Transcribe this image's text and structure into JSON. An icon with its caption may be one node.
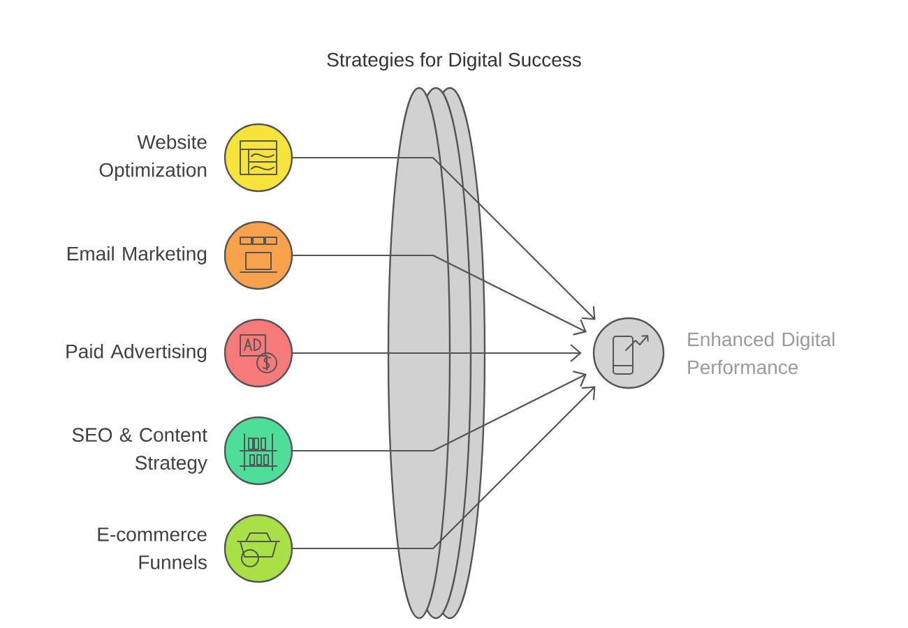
{
  "diagram": {
    "title": "Strategies for Digital Success",
    "nodes": [
      {
        "text": [
          "Website Optimization"
        ]
      },
      {
        "text": [
          "Email Marketing"
        ]
      },
      {
        "text": [
          "Paid Advertising"
        ]
      },
      {
        "text": [
          "SEO & Content Strategy"
        ]
      },
      {
        "text": [
          "E-commerce Funnels"
        ]
      },
      {
        "text": [
          "Enhanced Digital Performance"
        ]
      }
    ],
    "edges": [
      {
        "from": 0,
        "to": 5,
        "arrow": "to"
      },
      {
        "from": 1,
        "to": 5,
        "arrow": "to"
      },
      {
        "from": 2,
        "to": 5,
        "arrow": "to"
      },
      {
        "from": 3,
        "to": 5,
        "arrow": "to"
      },
      {
        "from": 4,
        "to": 5,
        "arrow": "to"
      }
    ]
  }
}
